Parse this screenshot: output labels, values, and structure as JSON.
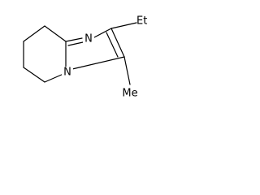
{
  "molecule": {
    "atom_labels": {
      "ring_nitrogen": "N",
      "bridge_nitrogen": "N",
      "ethyl": "Et",
      "methyl": "Me"
    },
    "colors": {
      "bond": "#000000",
      "label": "#000000",
      "background": "#ffffff"
    }
  }
}
